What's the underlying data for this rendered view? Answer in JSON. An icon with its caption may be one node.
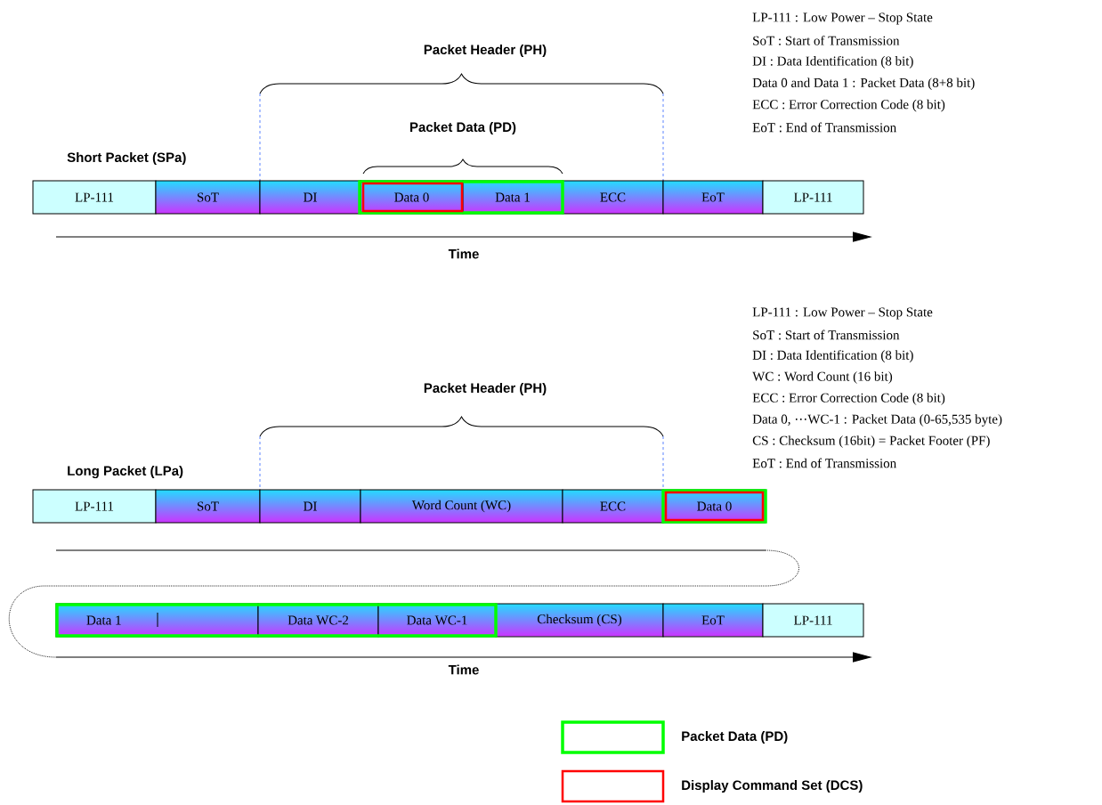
{
  "diagram": {
    "nodes": [
      {
        "text": [
          "LP-111"
        ]
      },
      {
        "text": [
          "SoT"
        ]
      },
      {
        "text": [
          "DI"
        ]
      },
      {
        "text": [
          "Data 0"
        ]
      },
      {
        "text": [
          "Data 1"
        ]
      },
      {
        "text": [
          "ECC"
        ]
      },
      {
        "text": [
          "EoT"
        ]
      },
      {
        "text": [
          "LP-111"
        ]
      },
      {
        "text": [
          "LP-111"
        ]
      },
      {
        "text": [
          "SoT"
        ]
      },
      {
        "text": [
          "DI"
        ]
      },
      {
        "text": [
          "Word Count (WC)"
        ]
      },
      {
        "text": [
          "ECC"
        ]
      },
      {
        "text": [
          "Data 0"
        ]
      },
      {
        "text": [
          "Data 1"
        ]
      },
      {
        "text": [
          "Data WC-2"
        ]
      },
      {
        "text": [
          "Data WC-1"
        ]
      },
      {
        "text": [
          "Checksum (CS)"
        ]
      },
      {
        "text": [
          "EoT"
        ]
      },
      {
        "text": [
          "LP-111"
        ]
      }
    ],
    "edges": [],
    "labels": [
      "LP-111 : Low Power – Stop State",
      "SoT : Start of Transmission",
      "DI : Data Identification (8 bit)",
      "Data 0 and Data 1 : Packet Data (8+8 bit)",
      "ECC : Error Correction Code (8 bit)",
      "EoT : End of Transmission",
      "Packet Header (PH)",
      "Packet Data (PD)",
      "Short Packet (SPa)",
      "Time",
      "LP-111 : Low Power – Stop State",
      "SoT : Start of Transmission",
      "DI : Data Identification (8 bit)",
      "WC : Word Count (16 bit)",
      "ECC : Error Correction Code (8 bit)",
      "Data 0, ⋯WC-1 : Packet Data (0-65,535 byte)",
      "CS : Checksum (16bit) = Packet Footer (PF)",
      "EoT : End of Transmission",
      "Packet Header (PH)",
      "Long Packet (LPa)",
      "Time"
    ],
    "legend": [
      {
        "text": "Packet Data (PD)",
        "color": "#00ff00"
      },
      {
        "text": "Display Command Set (DCS)",
        "color": "#ff0000"
      }
    ]
  }
}
